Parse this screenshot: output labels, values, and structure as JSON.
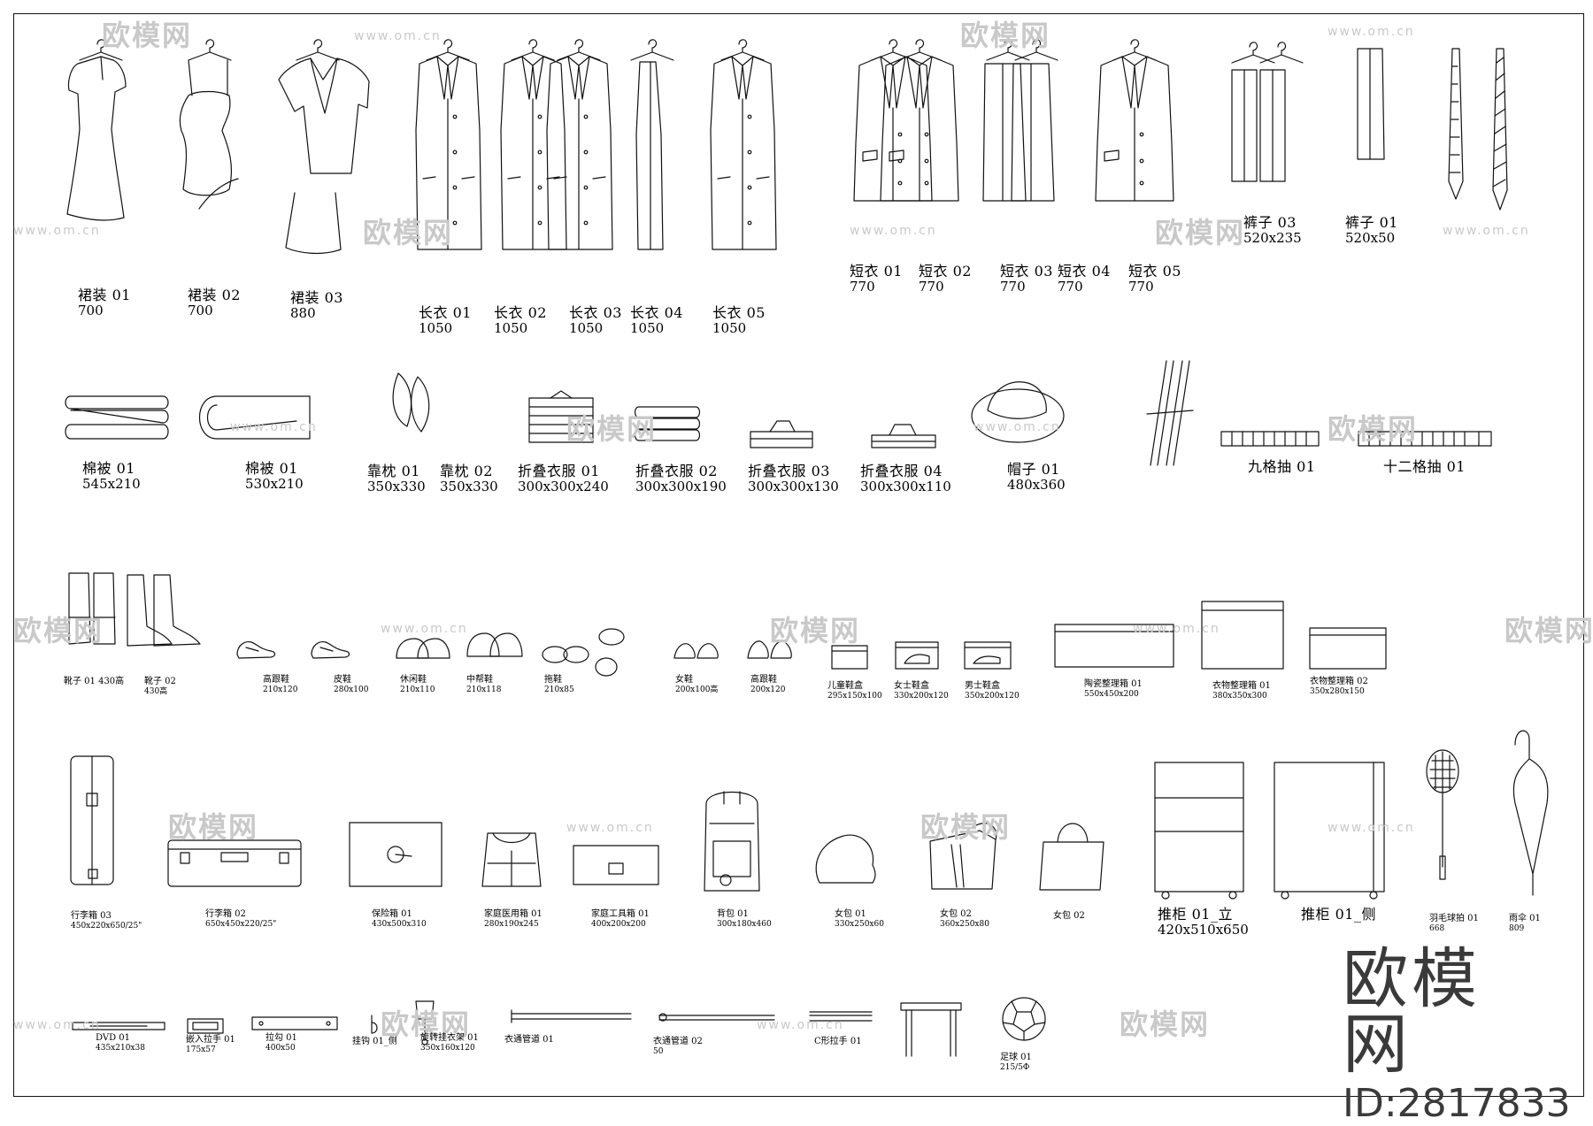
{
  "items": [
    {
      "key": "qz1",
      "name": "裙装 01",
      "dim": "700"
    },
    {
      "key": "qz2",
      "name": "裙装 02",
      "dim": "700"
    },
    {
      "key": "qz3",
      "name": "裙装 03",
      "dim": "880"
    },
    {
      "key": "cy1",
      "name": "长衣 01",
      "dim": "1050"
    },
    {
      "key": "cy2",
      "name": "长衣 02",
      "dim": "1050"
    },
    {
      "key": "cy3",
      "name": "长衣 03",
      "dim": "1050"
    },
    {
      "key": "cy4",
      "name": "长衣 04",
      "dim": "1050"
    },
    {
      "key": "cy5",
      "name": "长衣 05",
      "dim": "1050"
    },
    {
      "key": "dy1",
      "name": "短衣 01",
      "dim": "770"
    },
    {
      "key": "dy2",
      "name": "短衣 02",
      "dim": "770"
    },
    {
      "key": "dy3",
      "name": "短衣 03",
      "dim": "770"
    },
    {
      "key": "dy4",
      "name": "短衣 04",
      "dim": "770"
    },
    {
      "key": "dy5",
      "name": "短衣 05",
      "dim": "770"
    },
    {
      "key": "kz3",
      "name": "裤子 03",
      "dim": "520x235"
    },
    {
      "key": "kz1",
      "name": "裤子 01",
      "dim": "520x50"
    },
    {
      "key": "mb1",
      "name": "棉被 01",
      "dim": "545x210"
    },
    {
      "key": "mb2",
      "name": "棉被 01",
      "dim": "530x210"
    },
    {
      "key": "kzn1",
      "name": "靠枕 01",
      "dim": "350x330"
    },
    {
      "key": "kzn2",
      "name": "靠枕 02",
      "dim": "350x330"
    },
    {
      "key": "zd1",
      "name": "折叠衣服 01",
      "dim": "300x300x240"
    },
    {
      "key": "zd2",
      "name": "折叠衣服 02",
      "dim": "300x300x190"
    },
    {
      "key": "zd3",
      "name": "折叠衣服 03",
      "dim": "300x300x130"
    },
    {
      "key": "zd4",
      "name": "折叠衣服 04",
      "dim": "300x300x110"
    },
    {
      "key": "mz1",
      "name": "帽子 01",
      "dim": "480x360"
    },
    {
      "key": "jgc",
      "name": "九格抽 01",
      "dim": ""
    },
    {
      "key": "sgc",
      "name": "十二格抽 01",
      "dim": ""
    },
    {
      "key": "xz1",
      "name": "靴子 01 430高",
      "dim": ""
    },
    {
      "key": "xz2",
      "name": "靴子 02",
      "dim": "430高"
    },
    {
      "key": "s1",
      "name": "高跟鞋",
      "dim": "210x120"
    },
    {
      "key": "s2",
      "name": "皮鞋",
      "dim": "280x100"
    },
    {
      "key": "s3",
      "name": "休闲鞋",
      "dim": "210x110"
    },
    {
      "key": "s4",
      "name": "中帮鞋",
      "dim": "210x118"
    },
    {
      "key": "s5",
      "name": "拖鞋",
      "dim": "210x85"
    },
    {
      "key": "s6",
      "name": "女鞋",
      "dim": "200x100高"
    },
    {
      "key": "s7",
      "name": "高跟鞋",
      "dim": "200x120"
    },
    {
      "key": "b1",
      "name": "儿童鞋盒",
      "dim": "295x150x100"
    },
    {
      "key": "b2",
      "name": "女士鞋盒",
      "dim": "330x200x120"
    },
    {
      "key": "b3",
      "name": "男士鞋盒",
      "dim": "350x200x120"
    },
    {
      "key": "b4",
      "name": "陶瓷整理箱 01",
      "dim": "550x450x200"
    },
    {
      "key": "b5",
      "name": "衣物整理箱 01",
      "dim": "380x350x300"
    },
    {
      "key": "b6",
      "name": "衣物整理箱 02",
      "dim": "350x280x150"
    },
    {
      "key": "l1",
      "name": "行李箱 03",
      "dim": "450x220x650/25\""
    },
    {
      "key": "l2",
      "name": "行李箱 02",
      "dim": "650x450x220/25\""
    },
    {
      "key": "l3",
      "name": "保险箱 01",
      "dim": "430x500x310"
    },
    {
      "key": "l4",
      "name": "家庭医用箱 01",
      "dim": "280x190x245"
    },
    {
      "key": "l5",
      "name": "家庭工具箱 01",
      "dim": "400x200x200"
    },
    {
      "key": "l6",
      "name": "背包 01",
      "dim": "300x180x460"
    },
    {
      "key": "l7",
      "name": "女包 01",
      "dim": "330x250x60"
    },
    {
      "key": "l8",
      "name": "女包 02",
      "dim": "360x250x80"
    },
    {
      "key": "l9",
      "name": "女包 02",
      "dim": ""
    },
    {
      "key": "tg1",
      "name": "推柜 01_立",
      "dim": "420x510x650"
    },
    {
      "key": "tg2",
      "name": "推柜 01_侧",
      "dim": ""
    },
    {
      "key": "yq",
      "name": "羽毛球拍 01",
      "dim": "668"
    },
    {
      "key": "ys",
      "name": "雨伞 01",
      "dim": "809"
    },
    {
      "key": "r1",
      "name": "DVD 01",
      "dim": "435x210x38"
    },
    {
      "key": "r2",
      "name": "嵌入拉手 01",
      "dim": "175x57"
    },
    {
      "key": "r3",
      "name": "拉勾 01",
      "dim": "400x50"
    },
    {
      "key": "r4",
      "name": "挂钩 01_侧",
      "dim": ""
    },
    {
      "key": "r5",
      "name": "旋转挂衣架 01",
      "dim": "350x160x120"
    },
    {
      "key": "r6",
      "name": "衣通管道 01",
      "dim": ""
    },
    {
      "key": "r7",
      "name": "衣通管道 02",
      "dim": "50"
    },
    {
      "key": "r8",
      "name": "C形拉手 01",
      "dim": ""
    },
    {
      "key": "r9",
      "name": "足球 01",
      "dim": "215/5Φ"
    }
  ],
  "watermark": {
    "site": "www.om.cn",
    "brand": "欧模网"
  },
  "stamp": {
    "logo": "欧模网",
    "id": "ID:2817833"
  },
  "colors": {
    "line": "#111111",
    "watermark": "#c9c9c9",
    "stamp": "#3a3a3a"
  }
}
